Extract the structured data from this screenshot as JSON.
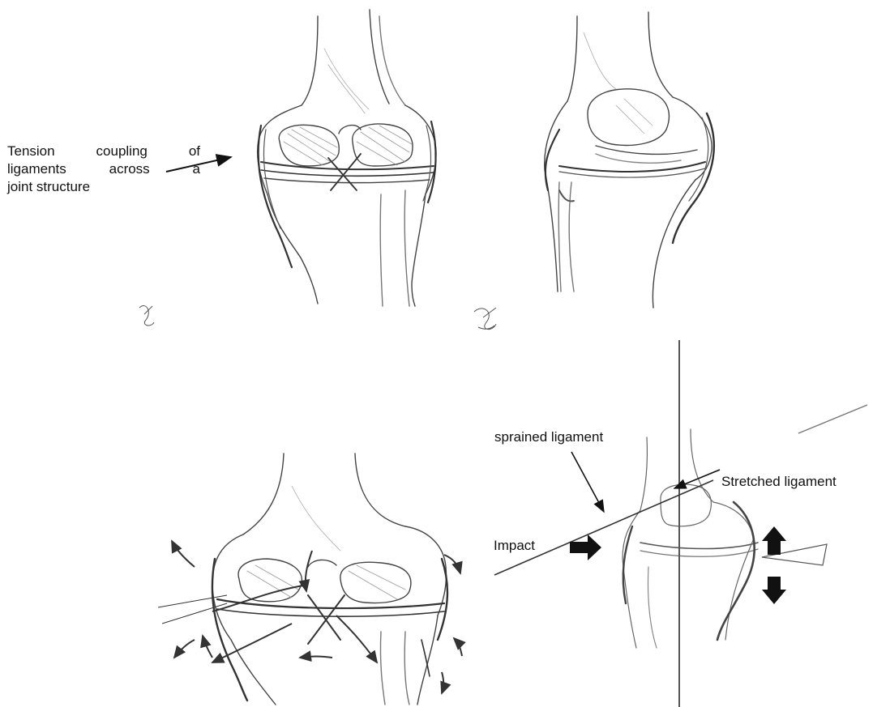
{
  "labels": {
    "tension_line1": "Tension coupling of",
    "tension_line2": "ligaments across a",
    "tension_line3": "joint structure",
    "sprained": "sprained ligament",
    "stretched": "Stretched ligament",
    "impact": "Impact"
  },
  "colors": {
    "ink": "#222222",
    "sketch": "#555555",
    "shade": "#9a9a9a",
    "arrow": "#111111"
  }
}
